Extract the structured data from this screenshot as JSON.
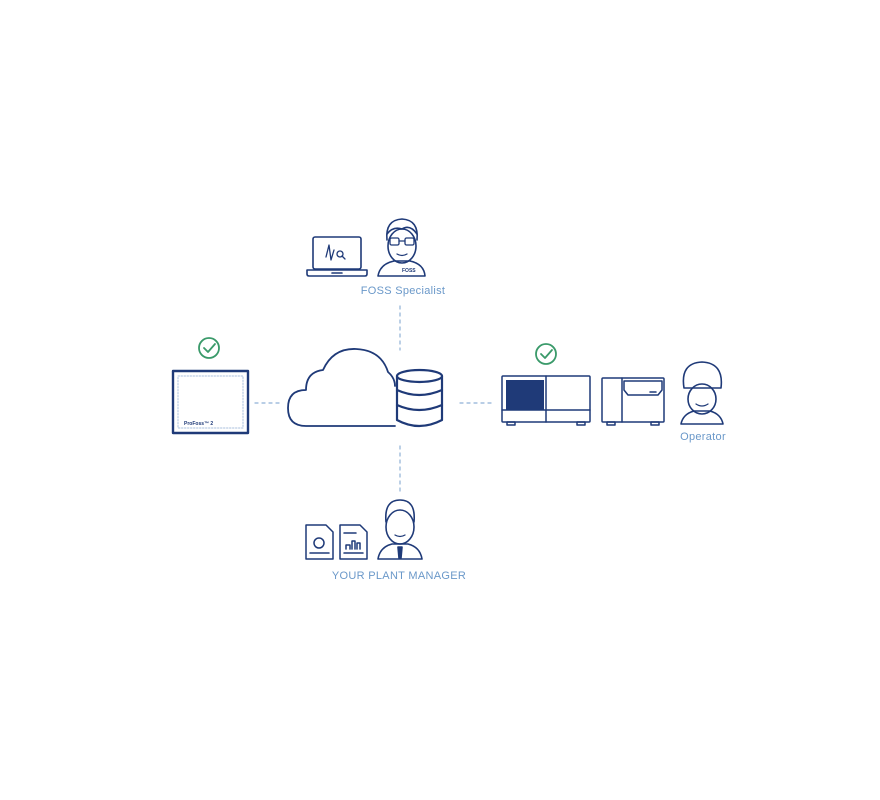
{
  "colors": {
    "navy": "#1f3a78",
    "label": "#6a98c9",
    "check": "#3a9a6a",
    "connector": "#8fb0d6"
  },
  "nodes": {
    "specialist": {
      "label": "FOSS Specialist",
      "badge": "FOSS"
    },
    "left_device": {
      "label": "ProFoss™ 2",
      "status": "check"
    },
    "center": {
      "icons": [
        "cloud-icon",
        "database-icon"
      ]
    },
    "right_devices": {
      "status": "check"
    },
    "operator": {
      "label": "Operator"
    },
    "plant_manager": {
      "label": "YOUR PLANT MANAGER"
    }
  }
}
